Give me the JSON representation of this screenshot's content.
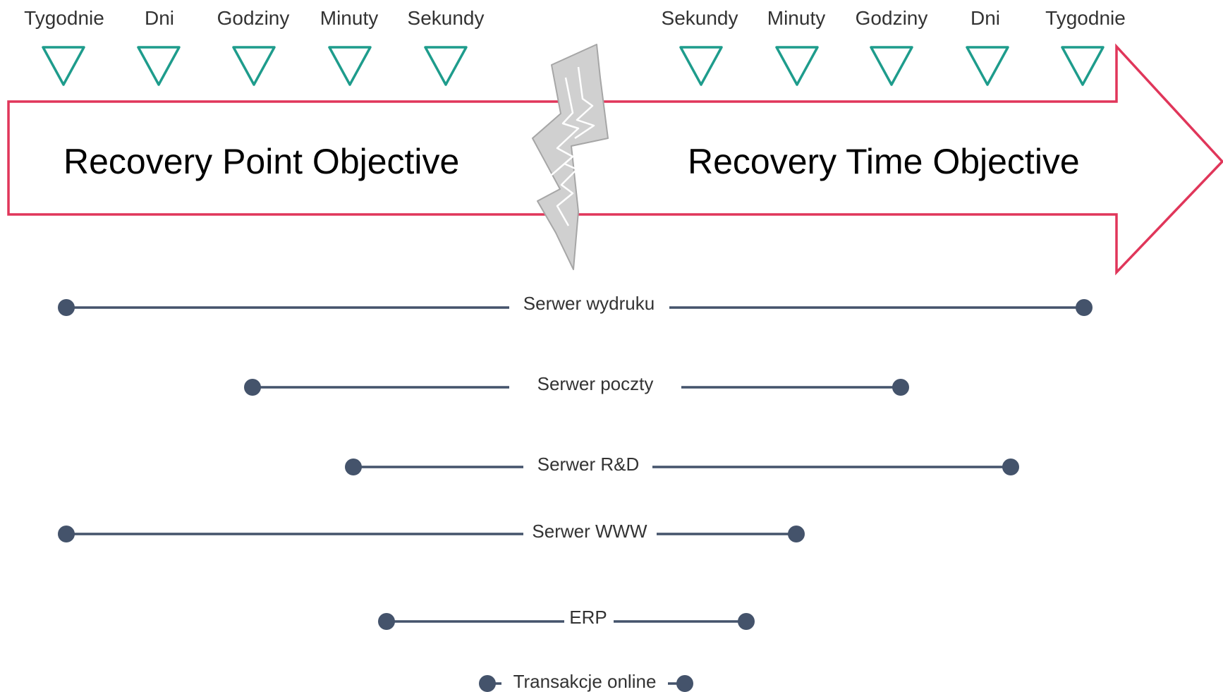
{
  "colors": {
    "arrow_outline": "#E0365A",
    "marker_outline": "#1E9C8C",
    "bar_line": "#44536B",
    "lightning_fill": "#D0D0D0",
    "lightning_stroke": "#A6A6A6"
  },
  "scale": {
    "rpo_labels": [
      "Tygodnie",
      "Dni",
      "Godziny",
      "Minuty",
      "Sekundy"
    ],
    "rto_labels": [
      "Sekundy",
      "Minuty",
      "Godziny",
      "Dni",
      "Tygodnie"
    ]
  },
  "objectives": {
    "rpo_title": "Recovery Point Objective",
    "rto_title": "Recovery Time Objective"
  },
  "lightning_icon": "lightning-bolt-icon",
  "systems": [
    {
      "label": "Serwer wydruku"
    },
    {
      "label": "Serwer poczty"
    },
    {
      "label": "Serwer R&D"
    },
    {
      "label": "Serwer WWW"
    },
    {
      "label": "ERP"
    },
    {
      "label": "Transakcje online"
    }
  ]
}
